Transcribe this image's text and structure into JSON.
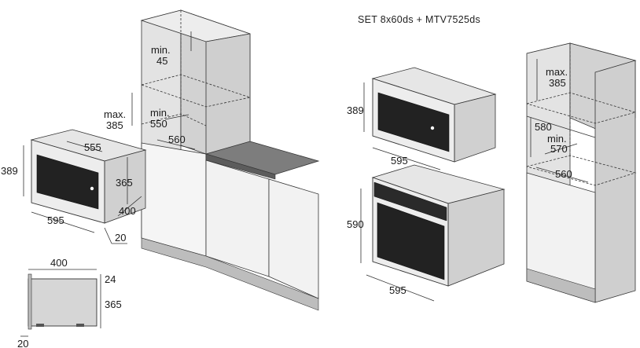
{
  "title": "SET 8x60ds + MTV7525ds",
  "left_installation": {
    "cabinet_min_top": [
      "min.",
      "45"
    ],
    "cabinet_max": [
      "max.",
      "385"
    ],
    "cabinet_min_opening": [
      "min.",
      "550"
    ],
    "cabinet_depth": "560",
    "microwave_width": "555",
    "microwave_height": "365",
    "microwave_depth": "400",
    "front_height": "389",
    "front_width": "595",
    "front_offset": "20"
  },
  "side_view": {
    "depth": "400",
    "top_gap": "24",
    "height": "365",
    "bottom_offset": "20"
  },
  "right_set": {
    "microwave_height": "389",
    "microwave_width": "595",
    "oven_height": "590",
    "oven_width": "595"
  },
  "right_tall_cabinet": {
    "max_label": [
      "max.",
      "385"
    ],
    "opening": "580",
    "min_label": [
      "min.",
      "570"
    ],
    "depth": "560"
  },
  "colors": {
    "cabinet_side": "#d9d9d9",
    "cabinet_face": "#e8e8e8",
    "worktop": "#7d7d7d",
    "glass": "#222222",
    "stroke": "#333333"
  }
}
